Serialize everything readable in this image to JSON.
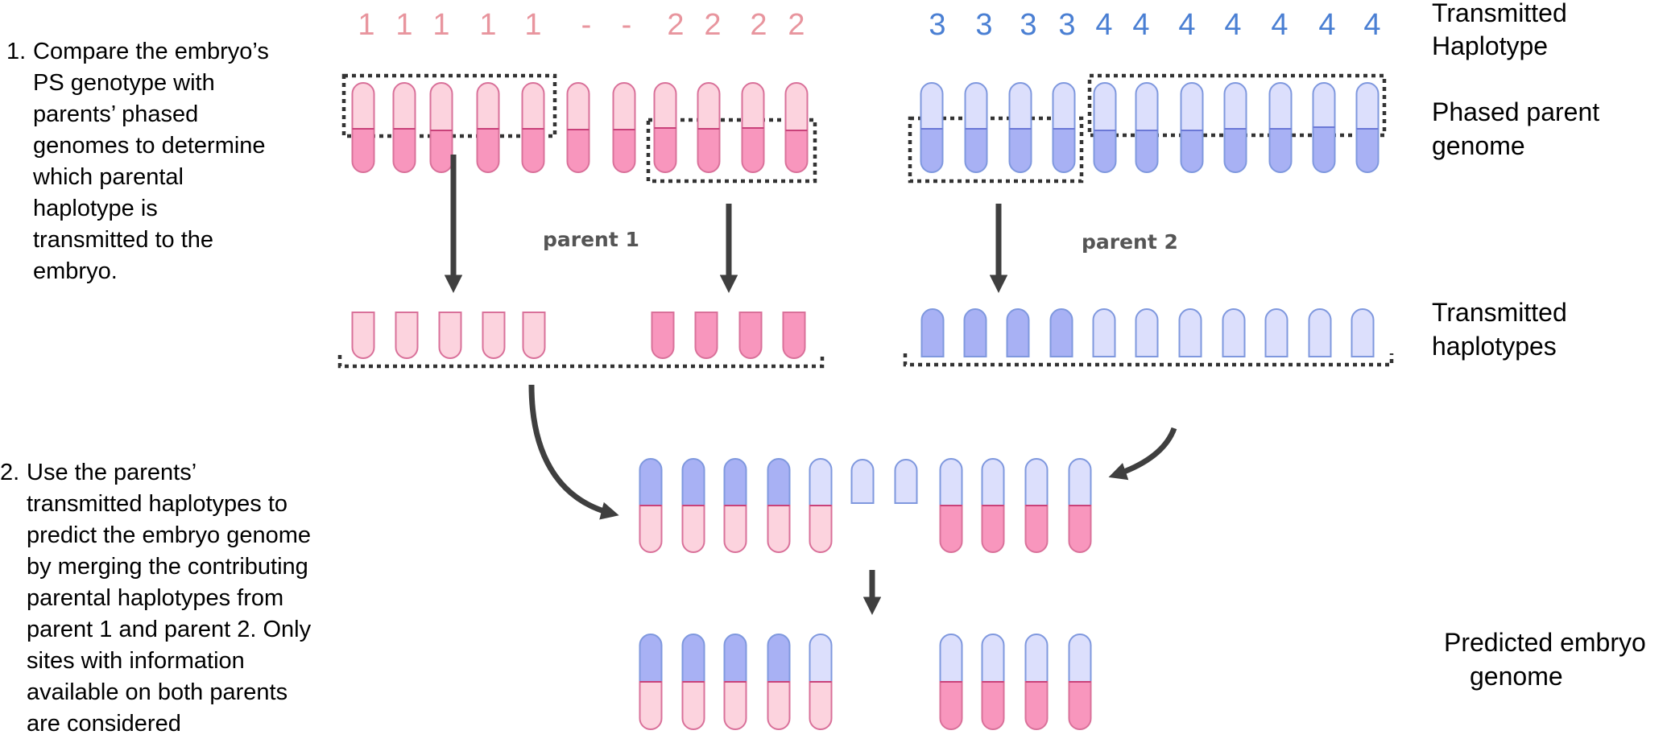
{
  "step1": {
    "number": "1.",
    "lines": [
      "Compare the embryo’s",
      "PS genotype with",
      "parents’ phased",
      "genomes to determine",
      "which parental",
      "haplotype is",
      "transmitted to the",
      "embryo."
    ]
  },
  "step2": {
    "number": "2.",
    "lines": [
      "Use the parents’",
      "transmitted haplotypes to",
      "predict the embryo genome",
      "by merging the contributing",
      "parental haplotypes from",
      "parent 1 and parent 2. Only",
      "sites with information",
      "available on both parents",
      "are considered"
    ]
  },
  "labels": {
    "transmitted_haplotype": [
      "Transmitted",
      "Haplotype"
    ],
    "phased_parent_genome": [
      "Phased parent",
      "genome"
    ],
    "transmitted_haplotypes": [
      "Transmitted",
      "haplotypes"
    ],
    "predicted_embryo_genome": [
      "Predicted embryo",
      "genome"
    ],
    "parent1": "parent 1",
    "parent2": "parent 2"
  },
  "haplotype_row_parent1": [
    "1",
    "1",
    "1",
    "1",
    "1",
    "-",
    "-",
    "2",
    "2",
    "2",
    "2"
  ],
  "haplotype_row_parent2": [
    "3",
    "3",
    "3",
    "3",
    "4",
    "4",
    "4",
    "4",
    "4",
    "4",
    "4"
  ],
  "colors": {
    "pink_light": "#fcd3de",
    "pink_dark": "#f896bd",
    "pink_stroke": "#d9719a",
    "pink_divider": "#c9427a",
    "blue_light": "#dcdffc",
    "blue_dark": "#a8b1f4",
    "blue_stroke": "#7f98de",
    "blue_divider": "#6b78d6",
    "digit_pink": "#e8959e",
    "digit_blue": "#4a7fd3",
    "arrow": "#3f3f3f"
  },
  "icons": [
    "down-arrow-icon",
    "curved-arrow-icon"
  ]
}
